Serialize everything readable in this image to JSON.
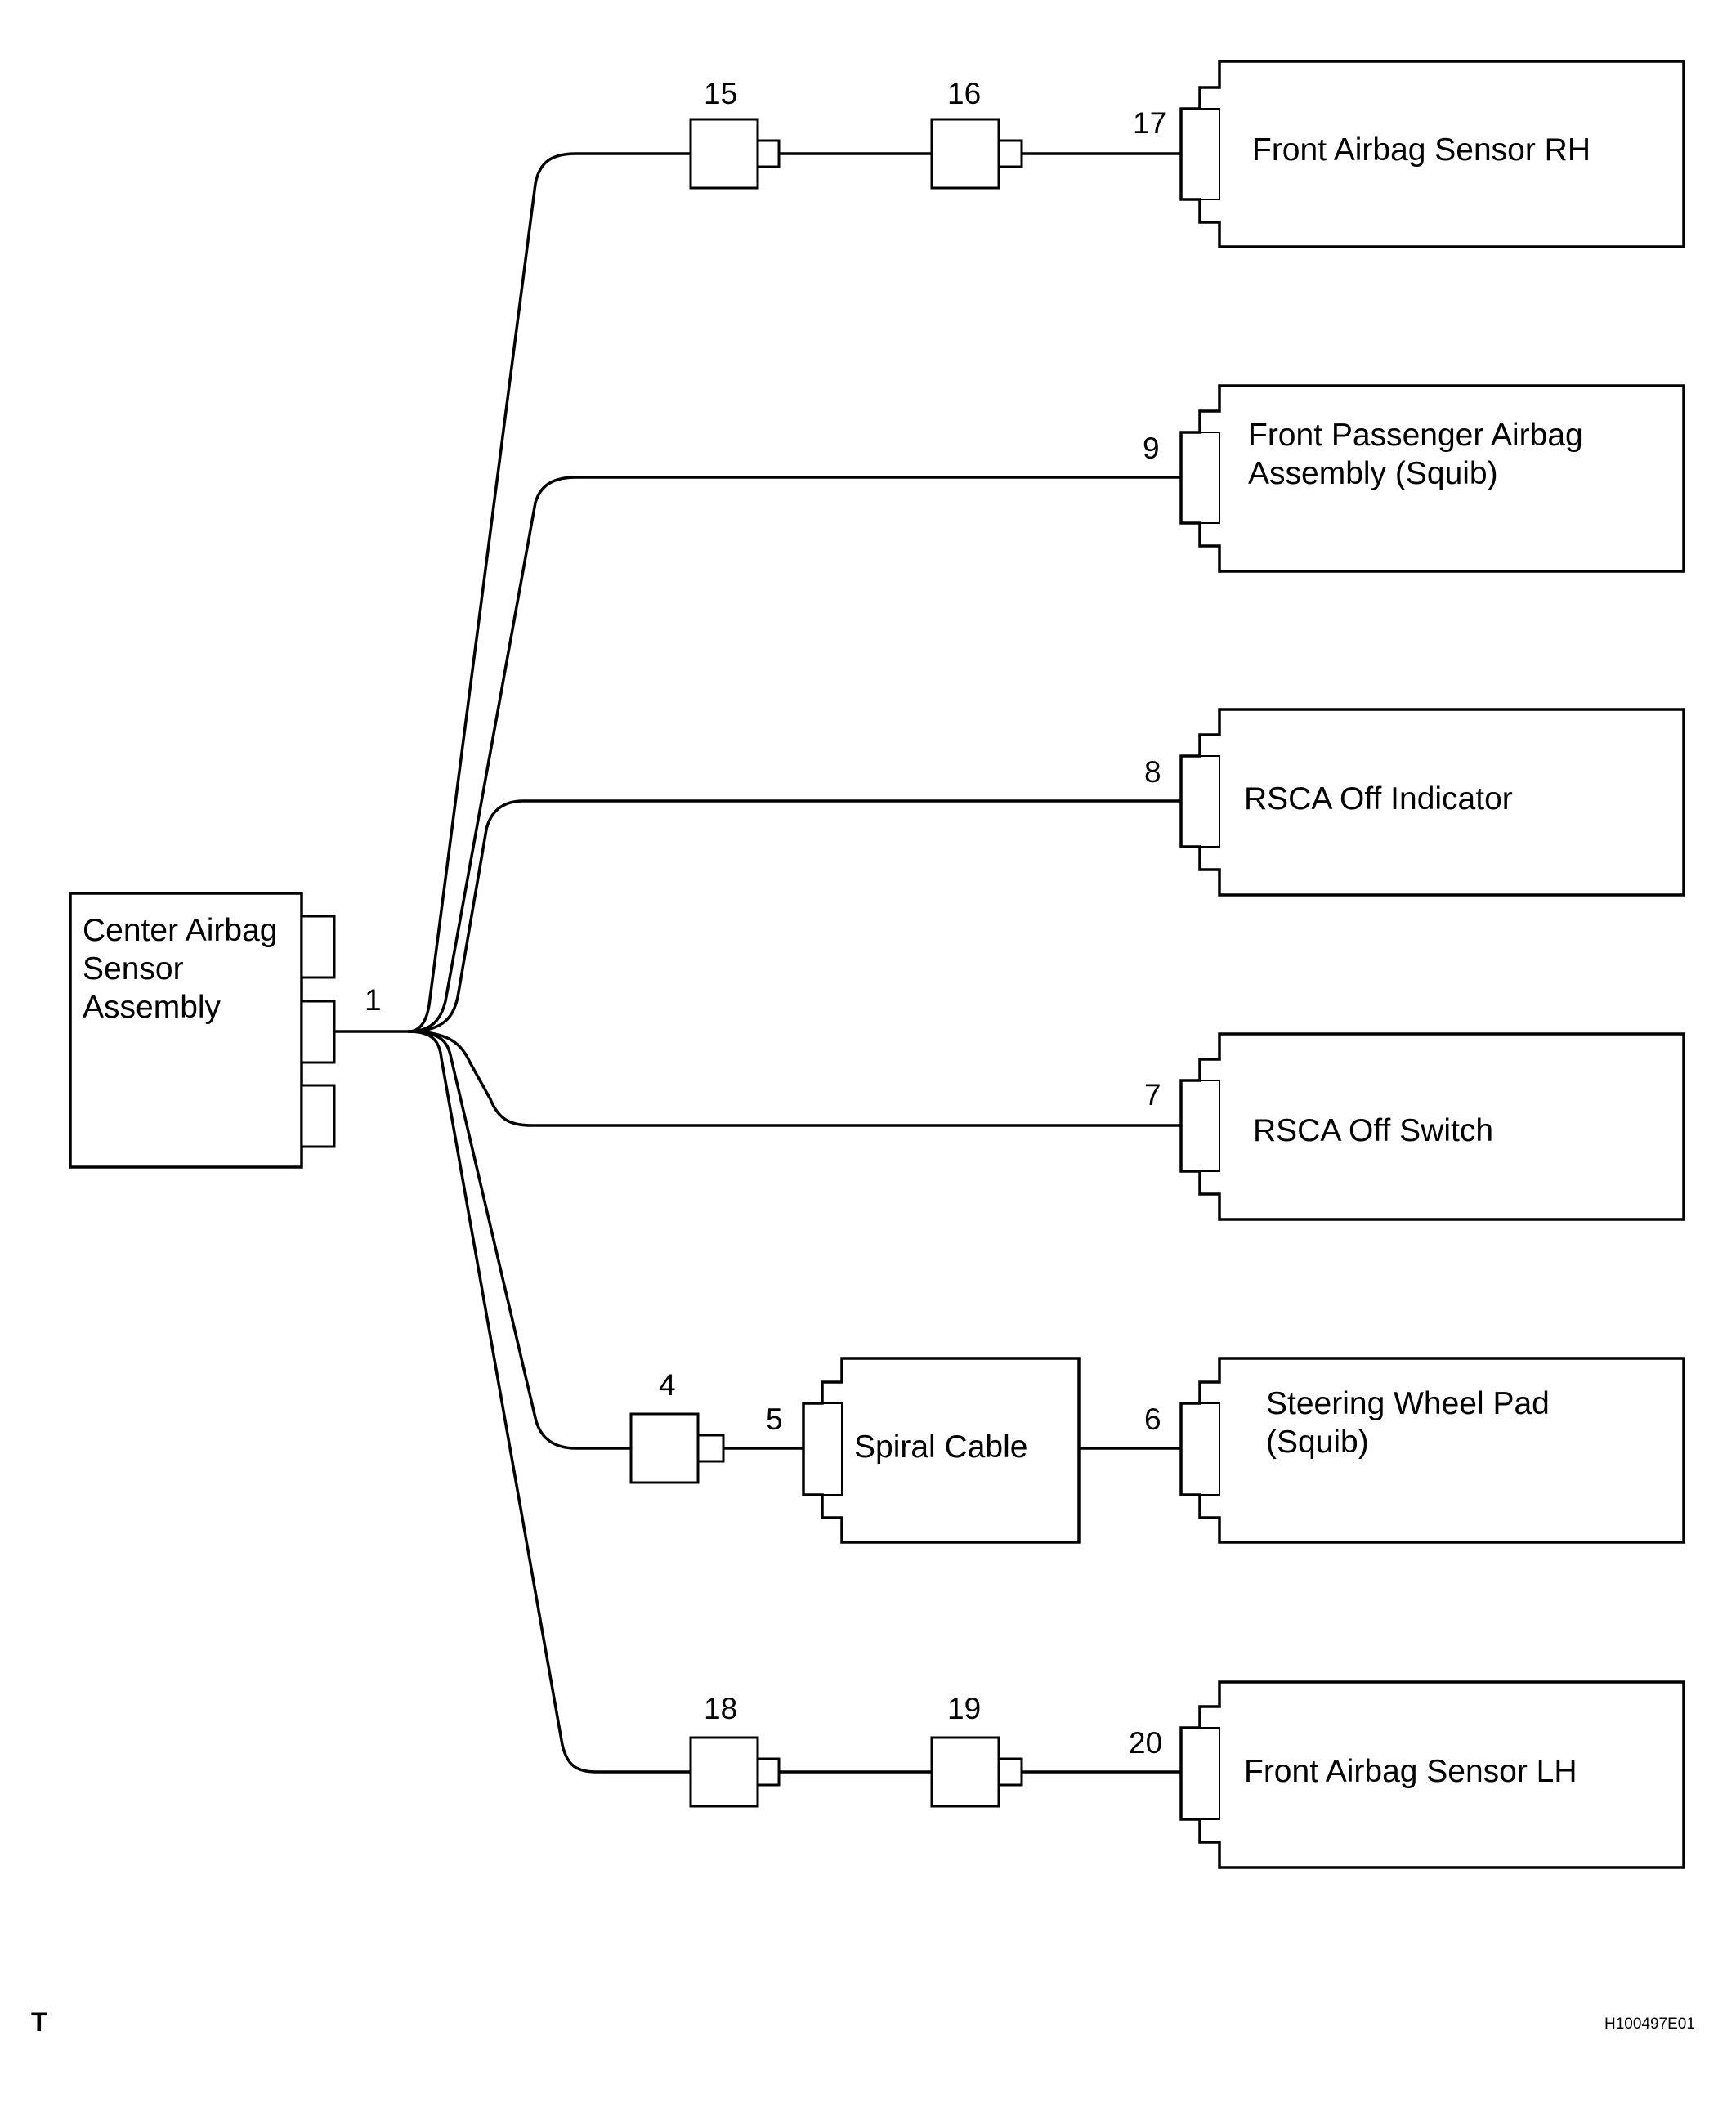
{
  "components": {
    "center": [
      "Center Airbag",
      "Sensor",
      "Assembly"
    ],
    "front_rh": [
      "Front Airbag Sensor RH"
    ],
    "passenger": [
      "Front Passenger Airbag",
      "Assembly (Squib)"
    ],
    "rsca_indicator": [
      "RSCA Off Indicator"
    ],
    "rsca_switch": [
      "RSCA Off Switch"
    ],
    "spiral": [
      "Spiral Cable"
    ],
    "steering": [
      "Steering Wheel Pad",
      "(Squib)"
    ],
    "front_lh": [
      "Front Airbag Sensor LH"
    ]
  },
  "connectors": {
    "c1": "1",
    "c4": "4",
    "c5": "5",
    "c6": "6",
    "c7": "7",
    "c8": "8",
    "c9": "9",
    "c15": "15",
    "c16": "16",
    "c17": "17",
    "c18": "18",
    "c19": "19",
    "c20": "20"
  },
  "footer": {
    "left_mark": "T",
    "figure_code": "H100497E01"
  }
}
